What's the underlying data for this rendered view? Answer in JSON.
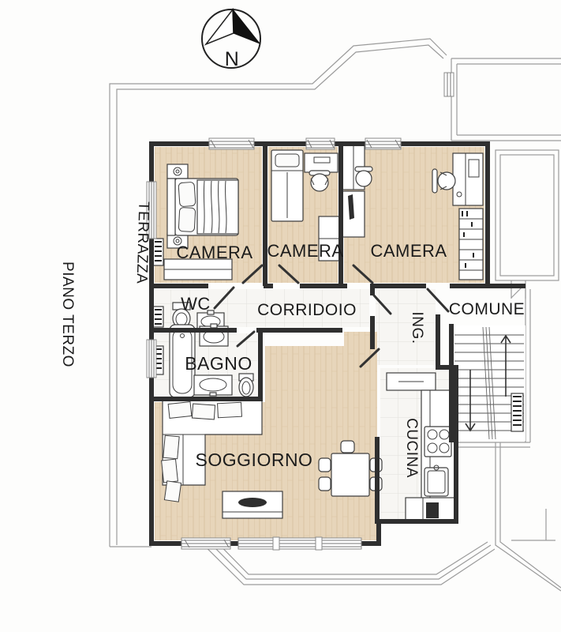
{
  "title": "PIANO TERZO",
  "compass": {
    "north_label": "N"
  },
  "rooms": {
    "terrazza": {
      "label": "TERRAZZA"
    },
    "camera_1": {
      "label": "CAMERA"
    },
    "camera_2": {
      "label": "CAMERA"
    },
    "camera_3": {
      "label": "CAMERA"
    },
    "wc": {
      "label": "WC"
    },
    "corridoio": {
      "label": "CORRIDOIO"
    },
    "ingresso": {
      "label": "ING."
    },
    "comune": {
      "label": "COMUNE"
    },
    "bagno": {
      "label": "BAGNO"
    },
    "soggiorno": {
      "label": "SOGGIORNO"
    },
    "cucina": {
      "label": "CUCINA"
    }
  },
  "colors": {
    "bg": "#fdfdfc",
    "wall": "#2f2f2f",
    "light_line": "#9b9b9b",
    "text": "#1b1b1b",
    "wood_floor": "#e7d5ba",
    "wood_line": "#d9c3a2",
    "tile_floor": "#f7f6f3",
    "tile_line": "#e2e0db",
    "furn_stroke": "#3f3f3f",
    "dark_fill": "#2e2e2e"
  }
}
